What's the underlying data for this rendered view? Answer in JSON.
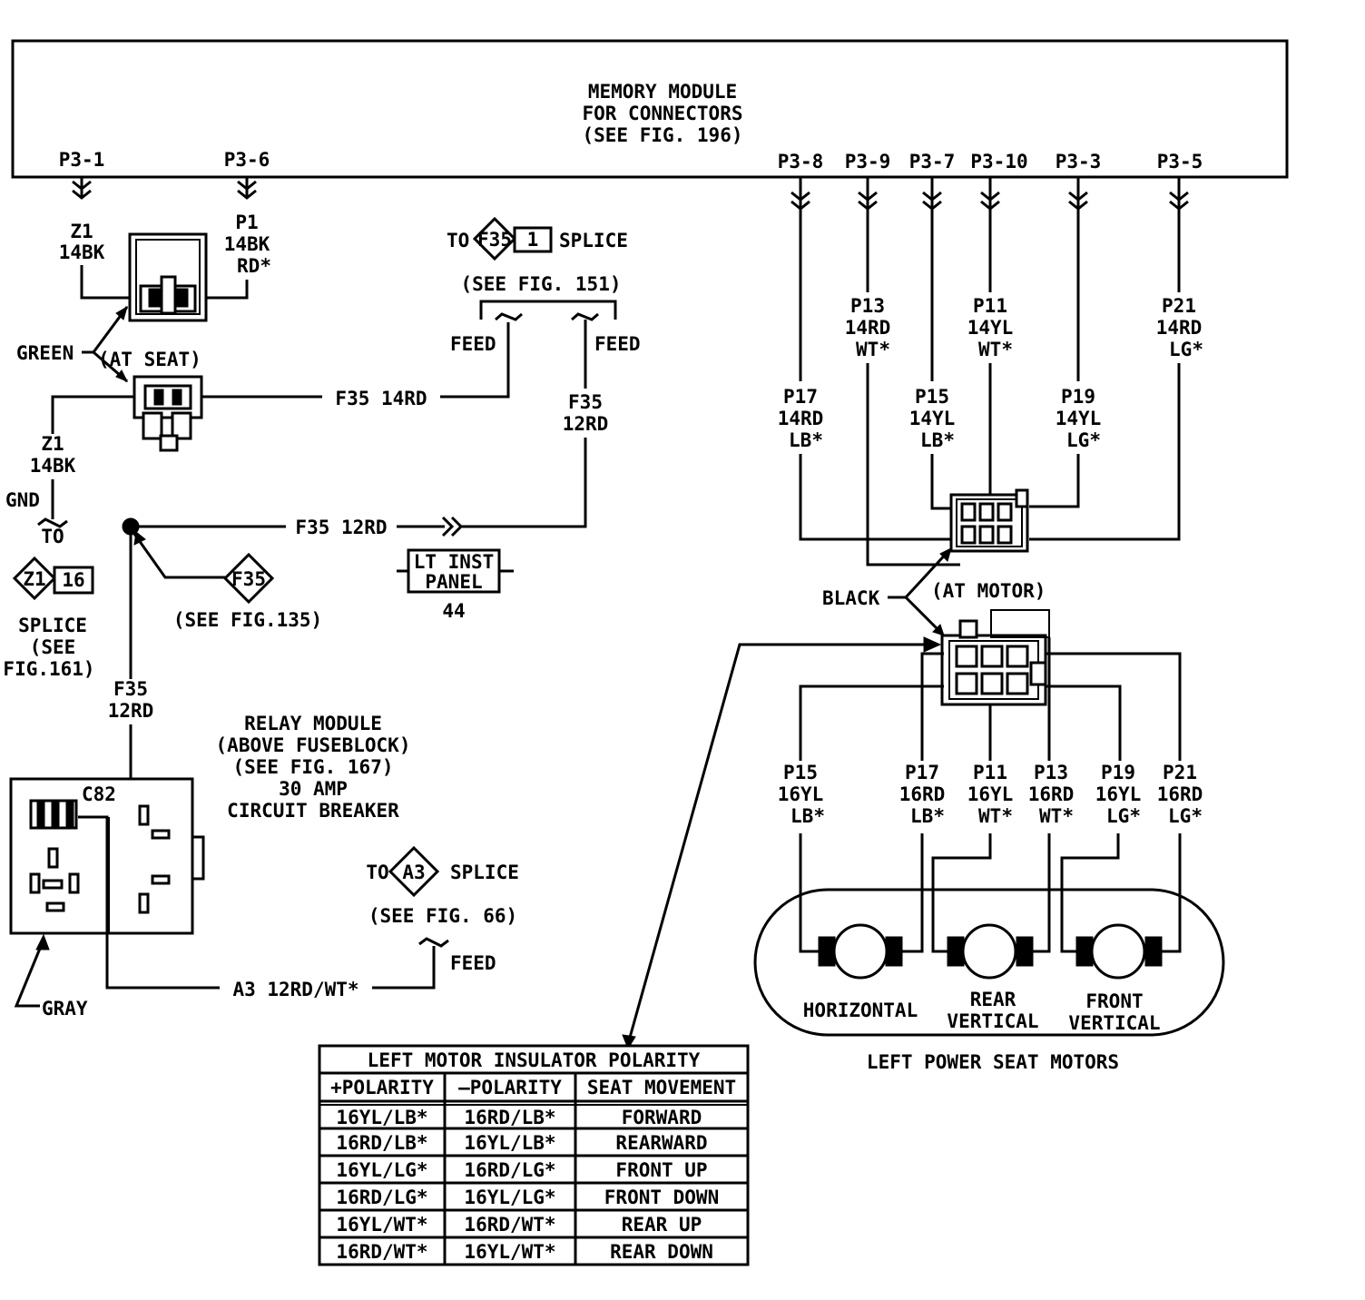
{
  "module": {
    "lines": [
      "MEMORY MODULE",
      "FOR CONNECTORS",
      "(SEE FIG. 196)"
    ]
  },
  "pins": {
    "p3_1": "P3-1",
    "p3_6": "P3-6",
    "p3_8": "P3-8",
    "p3_9": "P3-9",
    "p3_7": "P3-7",
    "p3_10": "P3-10",
    "p3_3": "P3-3",
    "p3_5": "P3-5"
  },
  "wires": {
    "z1_top": [
      "Z1",
      "14BK"
    ],
    "p1_top": [
      "P1",
      "14BK",
      "RD*"
    ],
    "z1_gnd": [
      "Z1",
      "14BK"
    ],
    "f35_12rd_vert": [
      "F35",
      "12RD"
    ],
    "f35_12rd_left": [
      "F35",
      "12RD"
    ],
    "f35_14rd": "F35 14RD",
    "f35_12rd_h": "F35 12RD",
    "a3": "A3 12RD/WT*",
    "p13_top": [
      "P13",
      "14RD",
      "WT*"
    ],
    "p11_top": [
      "P11",
      "14YL",
      "WT*"
    ],
    "p21_top": [
      "P21",
      "14RD",
      "LG*"
    ],
    "p17_top": [
      "P17",
      "14RD",
      "LB*"
    ],
    "p15_top": [
      "P15",
      "14YL",
      "LB*"
    ],
    "p19_top": [
      "P19",
      "14YL",
      "LG*"
    ],
    "p15_bot": [
      "P15",
      "16YL",
      "LB*"
    ],
    "p17_bot": [
      "P17",
      "16RD",
      "LB*"
    ],
    "p11_bot": [
      "P11",
      "16YL",
      "WT*"
    ],
    "p13_bot": [
      "P13",
      "16RD",
      "WT*"
    ],
    "p19_bot": [
      "P19",
      "16YL",
      "LG*"
    ],
    "p21_bot": [
      "P21",
      "16RD",
      "LG*"
    ]
  },
  "labels": {
    "green": "GREEN",
    "at_seat": "(AT SEAT)",
    "gnd": "GND",
    "to": "TO",
    "feed": "FEED",
    "splice": "SPLICE",
    "z1_splice": [
      "SPLICE",
      "(SEE",
      "FIG.161)"
    ],
    "see_fig151": "(SEE FIG. 151)",
    "see_fig135": "(SEE FIG.135)",
    "see_fig66": "(SEE FIG. 66)",
    "inst_panel": [
      "LT INST",
      "PANEL",
      "44"
    ],
    "black": "BLACK",
    "at_motor": "(AT MOTOR)",
    "gray": "GRAY",
    "c82": "C82",
    "relay": [
      "RELAY MODULE",
      "(ABOVE FUSEBLOCK)",
      "(SEE FIG. 167)",
      "30 AMP",
      "CIRCUIT BREAKER"
    ],
    "motors_title": "LEFT POWER SEAT MOTORS",
    "motor_horizontal": "HORIZONTAL",
    "motor_rear": [
      "REAR",
      "VERTICAL"
    ],
    "motor_front": [
      "FRONT",
      "VERTICAL"
    ]
  },
  "splices": {
    "f35_1": [
      "F35",
      "1"
    ],
    "z1_16": [
      "Z1",
      "16"
    ],
    "f35": "F35",
    "a3": "A3"
  },
  "table": {
    "title": "LEFT MOTOR INSULATOR POLARITY",
    "headers": [
      "+POLARITY",
      "—POLARITY",
      "SEAT MOVEMENT"
    ],
    "rows": [
      [
        "16YL/LB*",
        "16RD/LB*",
        "FORWARD"
      ],
      [
        "16RD/LB*",
        "16YL/LB*",
        "REARWARD"
      ],
      [
        "16YL/LG*",
        "16RD/LG*",
        "FRONT UP"
      ],
      [
        "16RD/LG*",
        "16YL/LG*",
        "FRONT DOWN"
      ],
      [
        "16YL/WT*",
        "16RD/WT*",
        "REAR UP"
      ],
      [
        "16RD/WT*",
        "16YL/WT*",
        "REAR DOWN"
      ]
    ]
  }
}
